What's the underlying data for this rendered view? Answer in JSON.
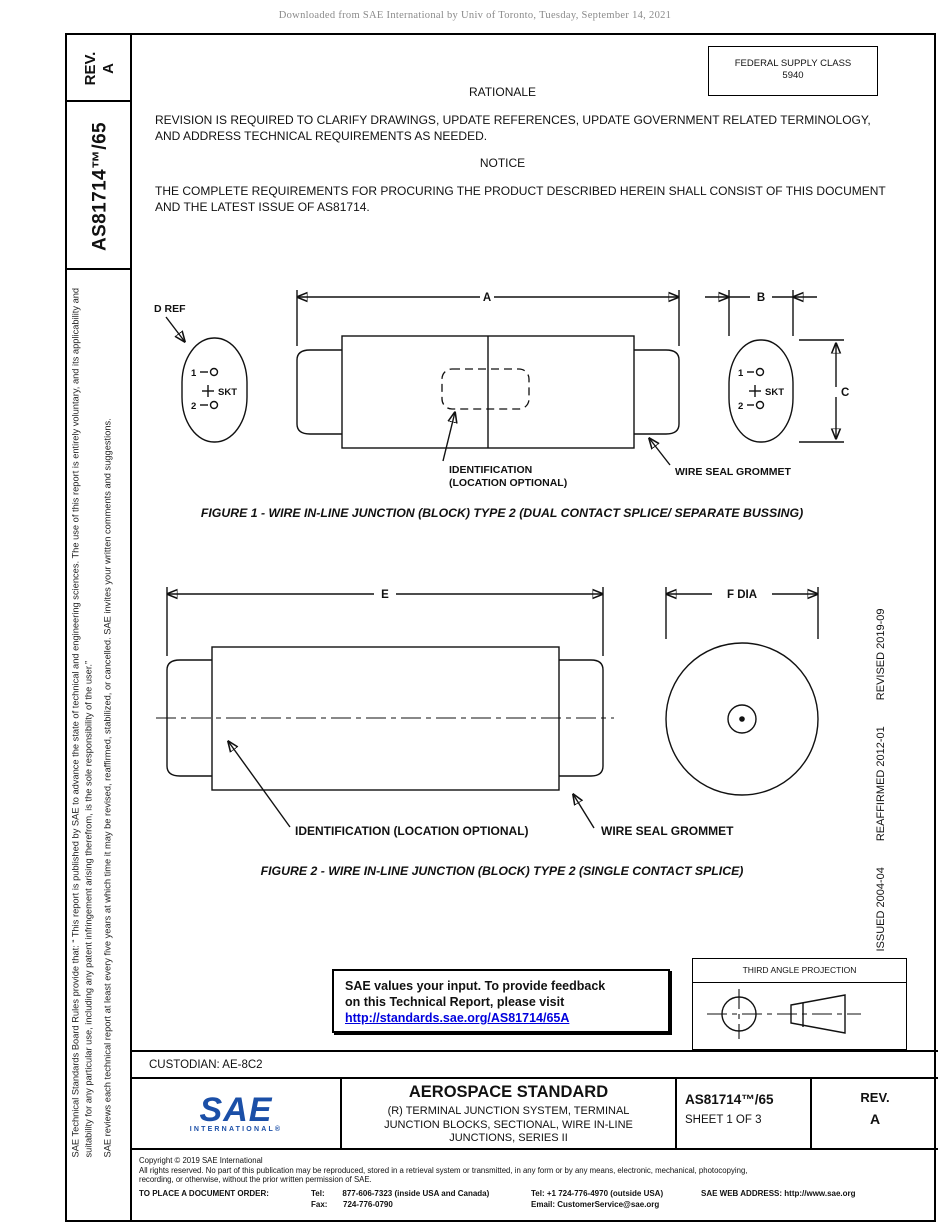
{
  "meta": {
    "download_notice": "Downloaded from SAE International by Univ of Toronto, Tuesday, September 14, 2021"
  },
  "sidebar": {
    "rev_label": "REV.",
    "rev_value": "A",
    "doc_number": "AS81714™/65",
    "legal_1": "SAE Technical Standards Board Rules provide that: “ This report is published by SAE to advance the state of technical and engineering sciences. The use of this report is entirely voluntary, and its applicability and suitability for any particular use, including any patent infringement arising therefrom, is the sole responsibility of the user.”",
    "legal_2": "SAE reviews each technical report at least every five years at which time it may be revised, reaffirmed, stabilized, or cancelled. SAE invites your written comments and suggestions."
  },
  "header": {
    "fsc_label": "FEDERAL SUPPLY CLASS",
    "fsc_value": "5940"
  },
  "rationale": {
    "heading": "RATIONALE",
    "body": "REVISION IS REQUIRED TO CLARIFY DRAWINGS, UPDATE REFERENCES, UPDATE GOVERNMENT RELATED TERMINOLOGY, AND ADDRESS TECHNICAL REQUIREMENTS AS NEEDED."
  },
  "notice": {
    "heading": "NOTICE",
    "body": "THE COMPLETE REQUIREMENTS FOR PROCURING THE PRODUCT DESCRIBED HEREIN SHALL CONSIST OF THIS DOCUMENT AND THE LATEST ISSUE OF AS81714."
  },
  "figure1": {
    "d_ref": "D REF",
    "dim_a": "A",
    "dim_b": "B",
    "dim_c": "C",
    "contact1": "1",
    "contact2": "2",
    "skt": "SKT",
    "id_line1": "IDENTIFICATION",
    "id_line2": "(LOCATION OPTIONAL)",
    "grommet": "WIRE SEAL GROMMET",
    "caption": "FIGURE 1 - WIRE IN-LINE JUNCTION (BLOCK) TYPE 2 (DUAL CONTACT SPLICE/ SEPARATE BUSSING)"
  },
  "figure2": {
    "dim_e": "E",
    "dim_f": "F DIA",
    "identification": "IDENTIFICATION (LOCATION OPTIONAL)",
    "grommet": "WIRE SEAL GROMMET",
    "caption": "FIGURE 2 - WIRE IN-LINE JUNCTION (BLOCK) TYPE 2 (SINGLE CONTACT SPLICE)"
  },
  "revisions": {
    "issued": "ISSUED 2004-04",
    "reaffirmed": "REAFFIRMED 2012-01",
    "revised": "REVISED 2019-09"
  },
  "feedback": {
    "line1": "SAE values your input. To provide feedback",
    "line2": "on this Technical Report, please visit",
    "link": "http://standards.sae.org/AS81714/65A"
  },
  "projection": {
    "label": "THIRD ANGLE PROJECTION"
  },
  "custodian": "CUSTODIAN: AE-8C2",
  "footer": {
    "logo_text": "SAE",
    "logo_sub": "INTERNATIONAL®",
    "title": "AEROSPACE STANDARD",
    "subtitle_line1": "(R) TERMINAL JUNCTION SYSTEM, TERMINAL",
    "subtitle_line2": "JUNCTION  BLOCKS, SECTIONAL, WIRE IN-LINE",
    "subtitle_line3": "JUNCTIONS, SERIES II",
    "doc_number": "AS81714™/65",
    "sheet": "SHEET 1 OF 3",
    "rev_label": "REV.",
    "rev_value": "A"
  },
  "copyright": {
    "line1": "Copyright © 2019 SAE International",
    "line2": "All rights reserved. No part of this publication may be reproduced, stored in a retrieval system or transmitted, in any form or by any means, electronic, mechanical, photocopying,",
    "line3": "recording, or otherwise, without the prior written permission of SAE.",
    "order_label": "TO PLACE A DOCUMENT ORDER:",
    "tel_inside": "Tel:        877-606-7323 (inside USA and Canada)",
    "fax": "Fax:       724-776-0790",
    "tel_outside": "Tel: +1 724-776-4970 (outside USA)",
    "email": "Email: CustomerService@sae.org",
    "web": "SAE WEB ADDRESS: http://www.sae.org"
  }
}
